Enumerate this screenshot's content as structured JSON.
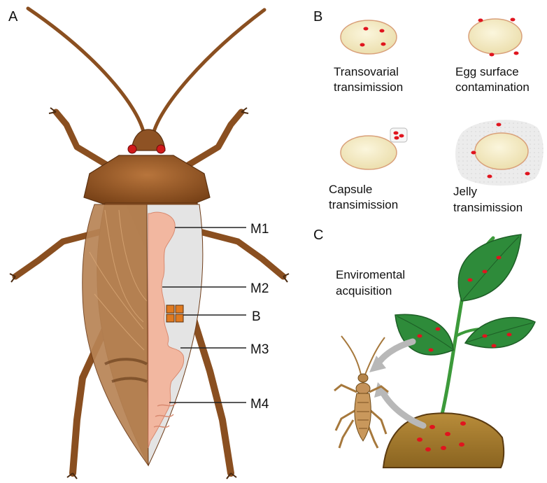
{
  "panels": {
    "a": {
      "letter": "A"
    },
    "b": {
      "letter": "B",
      "modes": [
        {
          "line1": "Transovarial",
          "line2": "transimission"
        },
        {
          "line1": "Egg surface",
          "line2": "contamination"
        },
        {
          "line1": "Capsule",
          "line2": "transimission"
        },
        {
          "line1": "Jelly",
          "line2": "transimission"
        }
      ]
    },
    "c": {
      "letter": "C",
      "line1": "Enviromental",
      "line2": "acquisition"
    }
  },
  "midgut_labels": [
    "M1",
    "M2",
    "B",
    "M3",
    "M4"
  ],
  "colors": {
    "bug_body": "#9a5a2a",
    "bug_dark": "#6e3c18",
    "wing": "#b07a4c",
    "midgut": "#f2b7a0",
    "egg": "#f4ecc6",
    "symbiont": "#e0141e",
    "leaf": "#2e8b3a",
    "soil": "#a67a2e",
    "arrow": "#b8b8b8"
  }
}
